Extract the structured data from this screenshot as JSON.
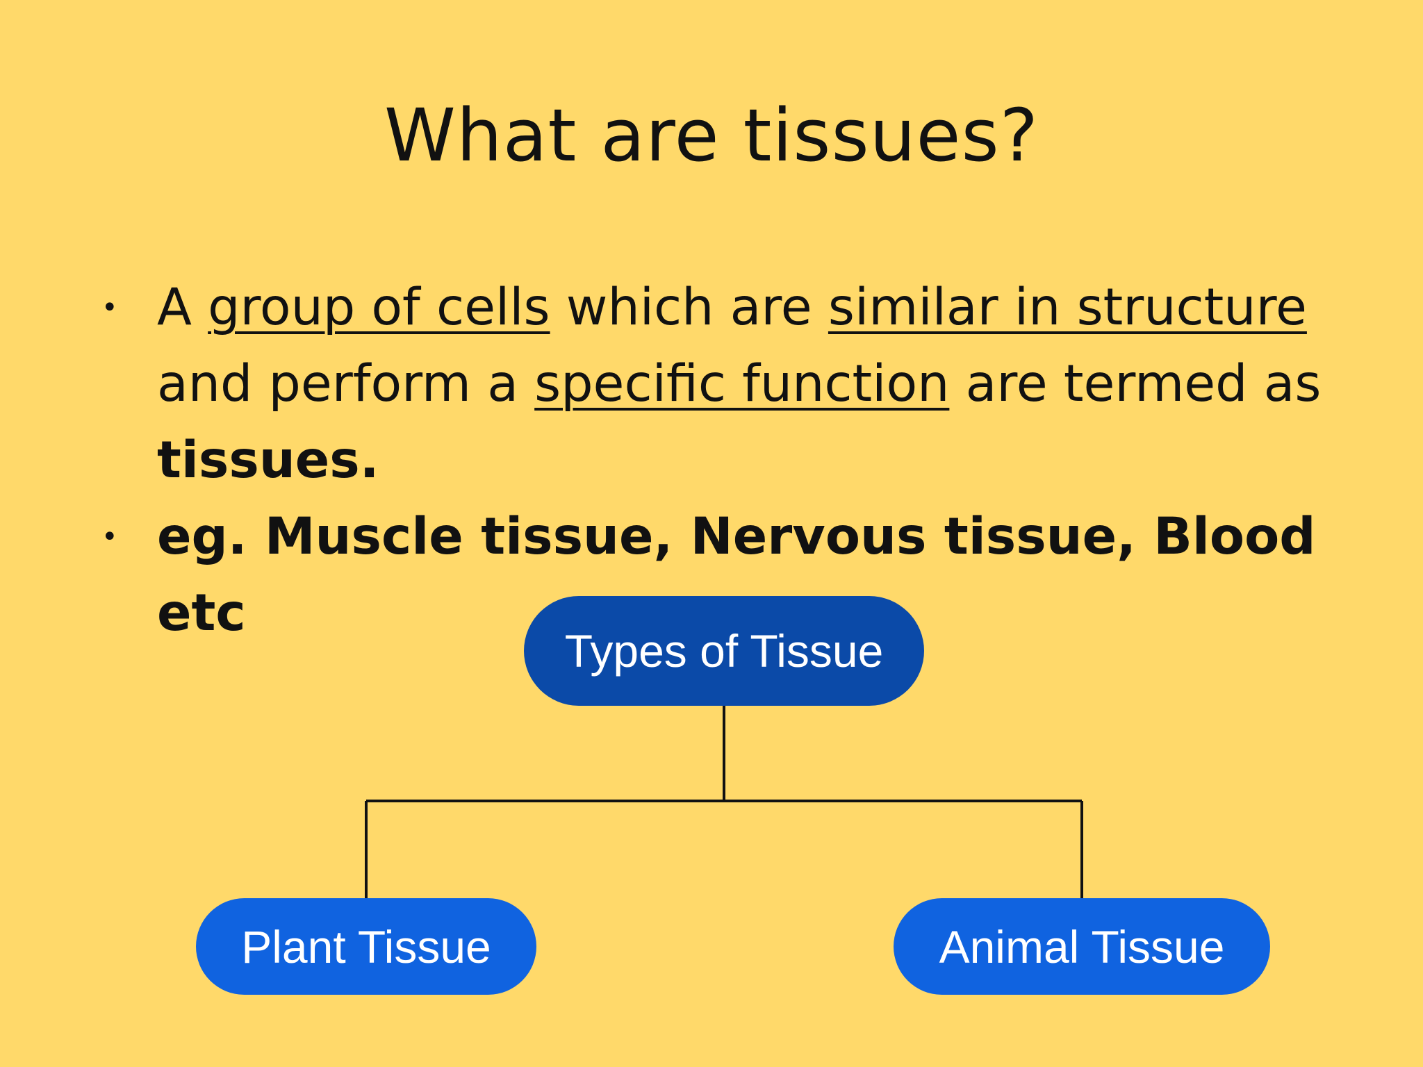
{
  "slide": {
    "title": "What are tissues?",
    "bullets": [
      {
        "segments": [
          {
            "text": "A ",
            "style": "plain"
          },
          {
            "text": "group of cells",
            "style": "underline"
          },
          {
            "text": " which are ",
            "style": "plain"
          },
          {
            "text": "similar in structure",
            "style": "underline"
          },
          {
            "text": " and perform a ",
            "style": "plain"
          },
          {
            "text": "specific function",
            "style": "underline"
          },
          {
            "text": " are termed as ",
            "style": "plain"
          },
          {
            "text": "tissues.",
            "style": "bold"
          }
        ]
      },
      {
        "segments": [
          {
            "text": "eg. Muscle tissue, Nervous tissue, Blood etc",
            "style": "bold"
          }
        ]
      }
    ]
  },
  "diagram": {
    "root": "Types of Tissue",
    "children": [
      "Plant Tissue",
      "Animal Tissue"
    ]
  },
  "colors": {
    "background": "#ffd96a",
    "root_node": "#0b4aa8",
    "child_node": "#1063e0",
    "text": "#111111"
  }
}
